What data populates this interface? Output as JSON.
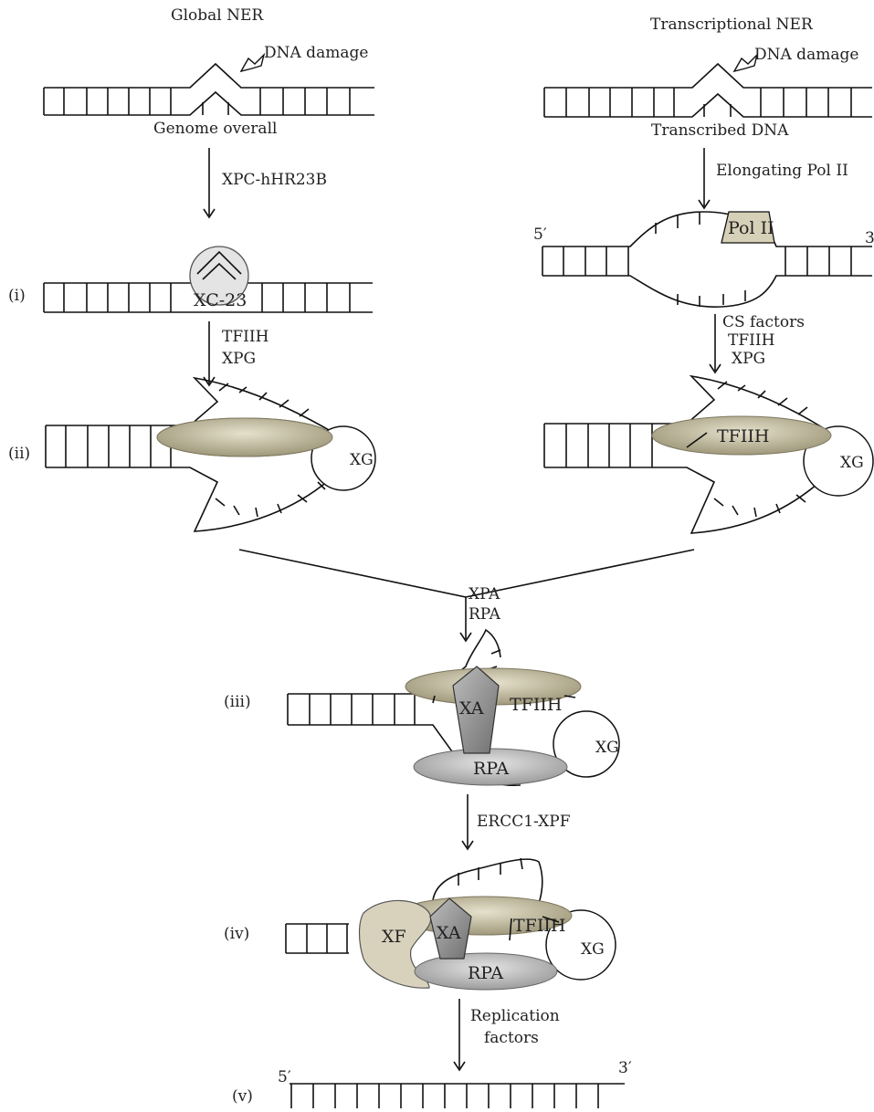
{
  "headers": {
    "left": "Global NER",
    "right": "Transcriptional NER"
  },
  "steps": {
    "i": "(i)",
    "ii": "(ii)",
    "iii": "(iii)",
    "iv": "(iv)",
    "v": "(v)"
  },
  "labels": {
    "dna_damage": "DNA damage",
    "genome_overall": "Genome overall",
    "transcribed_dna": "Transcribed DNA",
    "xpc": "XPC-hHR23B",
    "elongating": "Elongating Pol II",
    "xc23": "XC-23",
    "pol2": "Pol II",
    "prime5": "5′",
    "prime3": "3′",
    "tfiih": "TFIIH",
    "xpg": "XPG",
    "cs_factors": "CS factors",
    "xg": "XG",
    "xpa": "XPA",
    "rpa": "RPA",
    "xa": "XA",
    "ercc1": "ERCC1-XPF",
    "xf": "XF",
    "replication": "Replication",
    "factors": "factors"
  },
  "colors": {
    "tfiih_fill": "#c9c3a8",
    "xa_fill": "#9a9a9a",
    "rpa_fill": "#c4c4c4",
    "xf_fill": "#d8d2bd",
    "pol2_fill": "#d6d0b8",
    "xc23_fill": "#e4e4e4"
  }
}
